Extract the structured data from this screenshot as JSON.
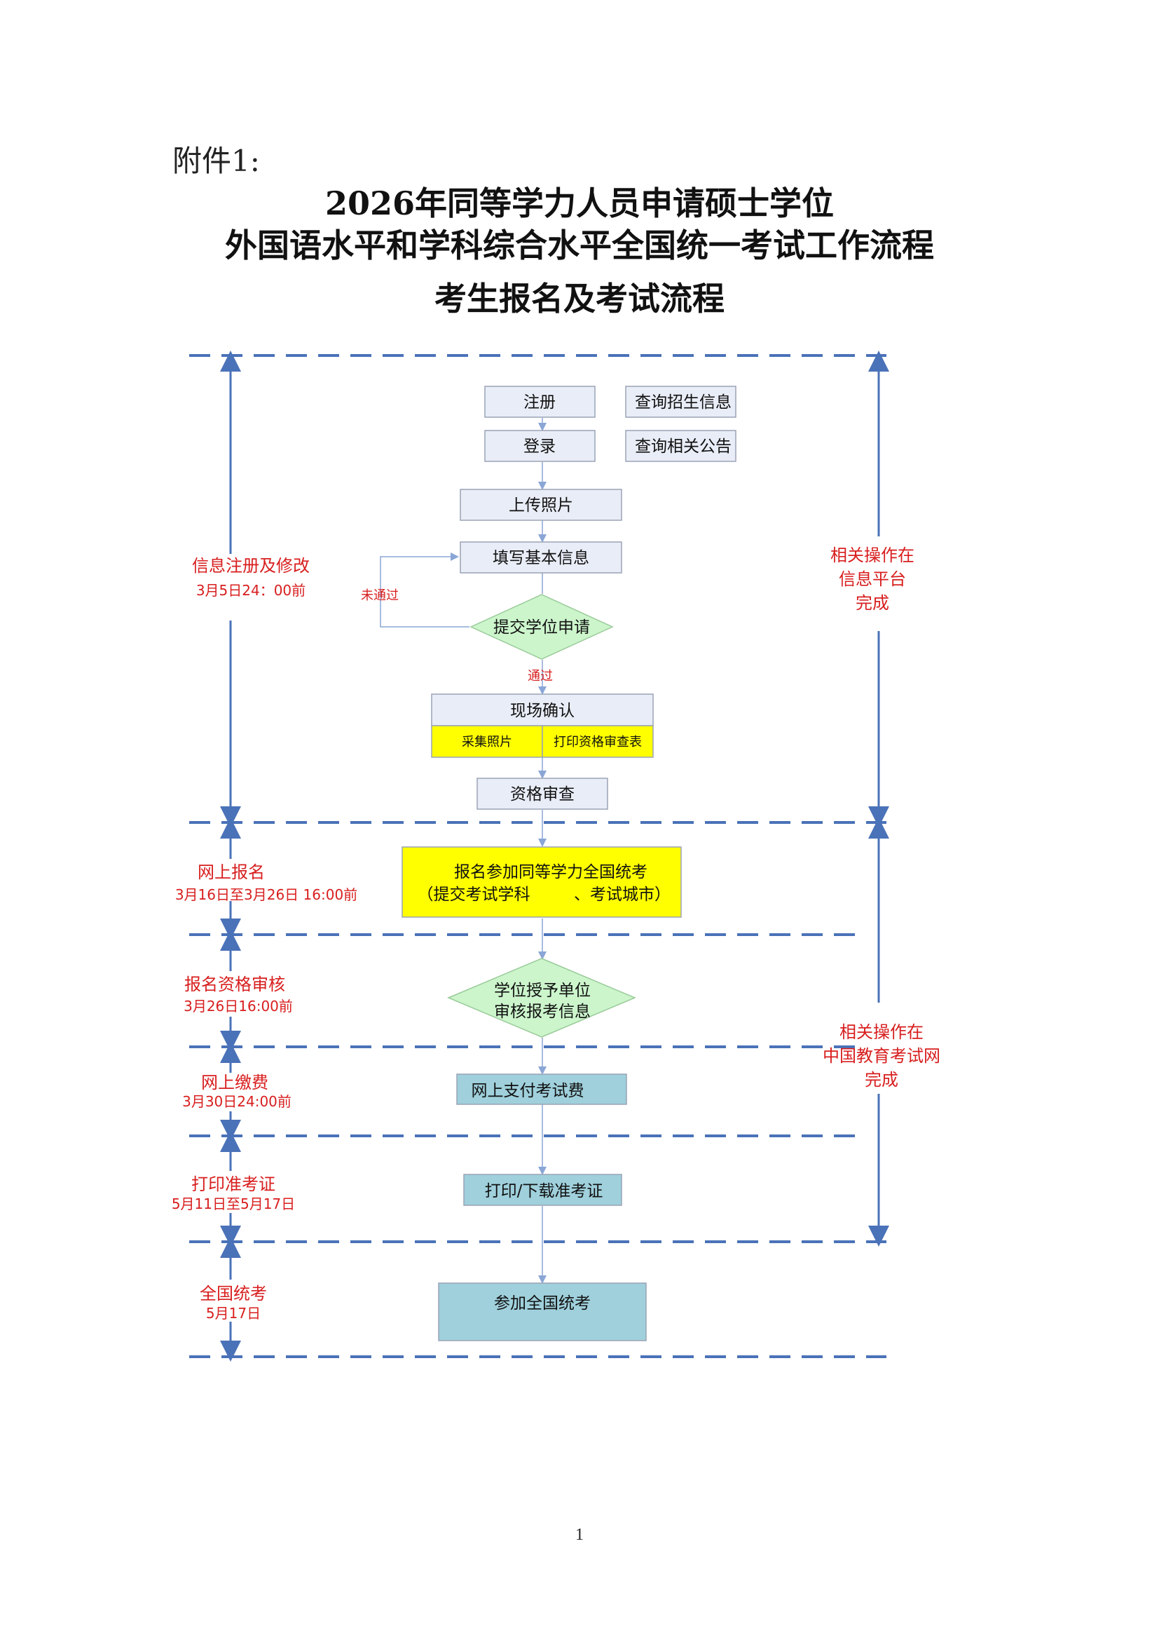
{
  "header": {
    "attachment": "附件1:",
    "title_line1": "2026年同等学力人员申请硕士学位",
    "title_line2": "外国语水平和学科综合水平全国统一考试工作流程",
    "title_line3": "考生报名及考试流程"
  },
  "stages": [
    {
      "name": "信息注册及修改",
      "date": "3月5日24：00前"
    },
    {
      "name": "网上报名",
      "date": "3月16日至3月26日  16:00前"
    },
    {
      "name": "报名资格审核",
      "date": "3月26日16:00前"
    },
    {
      "name": "网上缴费",
      "date": "3月30日24:00前"
    },
    {
      "name": "打印准考证",
      "date": "5月11日至5月17日"
    },
    {
      "name": "全国统考",
      "date": "5月17日"
    }
  ],
  "right_notes": [
    {
      "line1": "相关操作在",
      "line2": "信息平台",
      "line3": "完成"
    },
    {
      "line1": "相关操作在",
      "line2": "中国教育考试网",
      "line3": "完成"
    }
  ],
  "boxes": {
    "register": "注册",
    "query_enroll": "查询招生信息",
    "login": "登录",
    "query_notice": "查询相关公告",
    "upload_photo": "上传照片",
    "fill_info": "填写基本信息",
    "submit_apply": "提交学位申请",
    "not_passed": "未通过",
    "passed": "通过",
    "onsite_confirm": "现场确认",
    "collect_photo": "采集照片",
    "print_form": "打印资格审查表",
    "qualification_review": "资格审查",
    "signup_line1": "报名参加同等学力全国统考",
    "signup_line2": "（提交考试学科",
    "signup_line3": "、考试城市）",
    "review_line1": "学位授予单位",
    "review_line2": "审核报考信息",
    "pay": "网上支付考试费",
    "print_ticket": "打印/下载准考证",
    "join_exam": "参加全国统考"
  },
  "colors": {
    "dash_line": "#4a72b8",
    "box_light": "#e9edf7",
    "box_yellow": "#ffff00",
    "diamond_green": "#ccf5cc",
    "box_teal": "#9fd0dc",
    "stage_red": "#d81e1e"
  },
  "page_number": "1"
}
